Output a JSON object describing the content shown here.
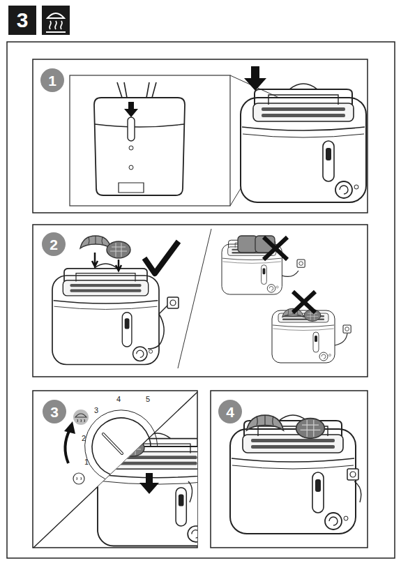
{
  "diagram": {
    "nodes": [
      {
        "text": [
          "3"
        ]
      },
      {
        "text": [
          "1"
        ]
      },
      {
        "text": [
          "2"
        ]
      },
      {
        "text": [
          "3"
        ]
      },
      {
        "text": [
          "4"
        ]
      }
    ],
    "labels": [
      "1",
      "2",
      "3",
      "4",
      "5"
    ]
  }
}
